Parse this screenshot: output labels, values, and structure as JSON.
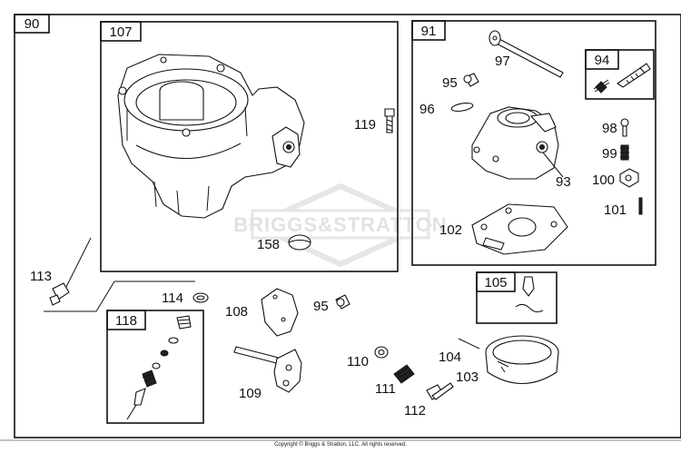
{
  "watermark": "BRIGGS&STRATTON",
  "copyright": "Copyright © Briggs & Stratton, LLC. All rights reserved.",
  "boxes": {
    "main": "90",
    "carb_body": "107",
    "kit_91": "91",
    "kit_94": "94",
    "kit_105": "105",
    "kit_118": "118"
  },
  "part_labels": {
    "p97": "97",
    "p95a": "95",
    "p96": "96",
    "p93": "93",
    "p98": "98",
    "p99": "99",
    "p100": "100",
    "p101": "101",
    "p102": "102",
    "p119": "119",
    "p158": "158",
    "p113": "113",
    "p114": "114",
    "p108": "108",
    "p95b": "95",
    "p109": "109",
    "p110": "110",
    "p104": "104",
    "p103": "103",
    "p111": "111",
    "p112": "112"
  }
}
